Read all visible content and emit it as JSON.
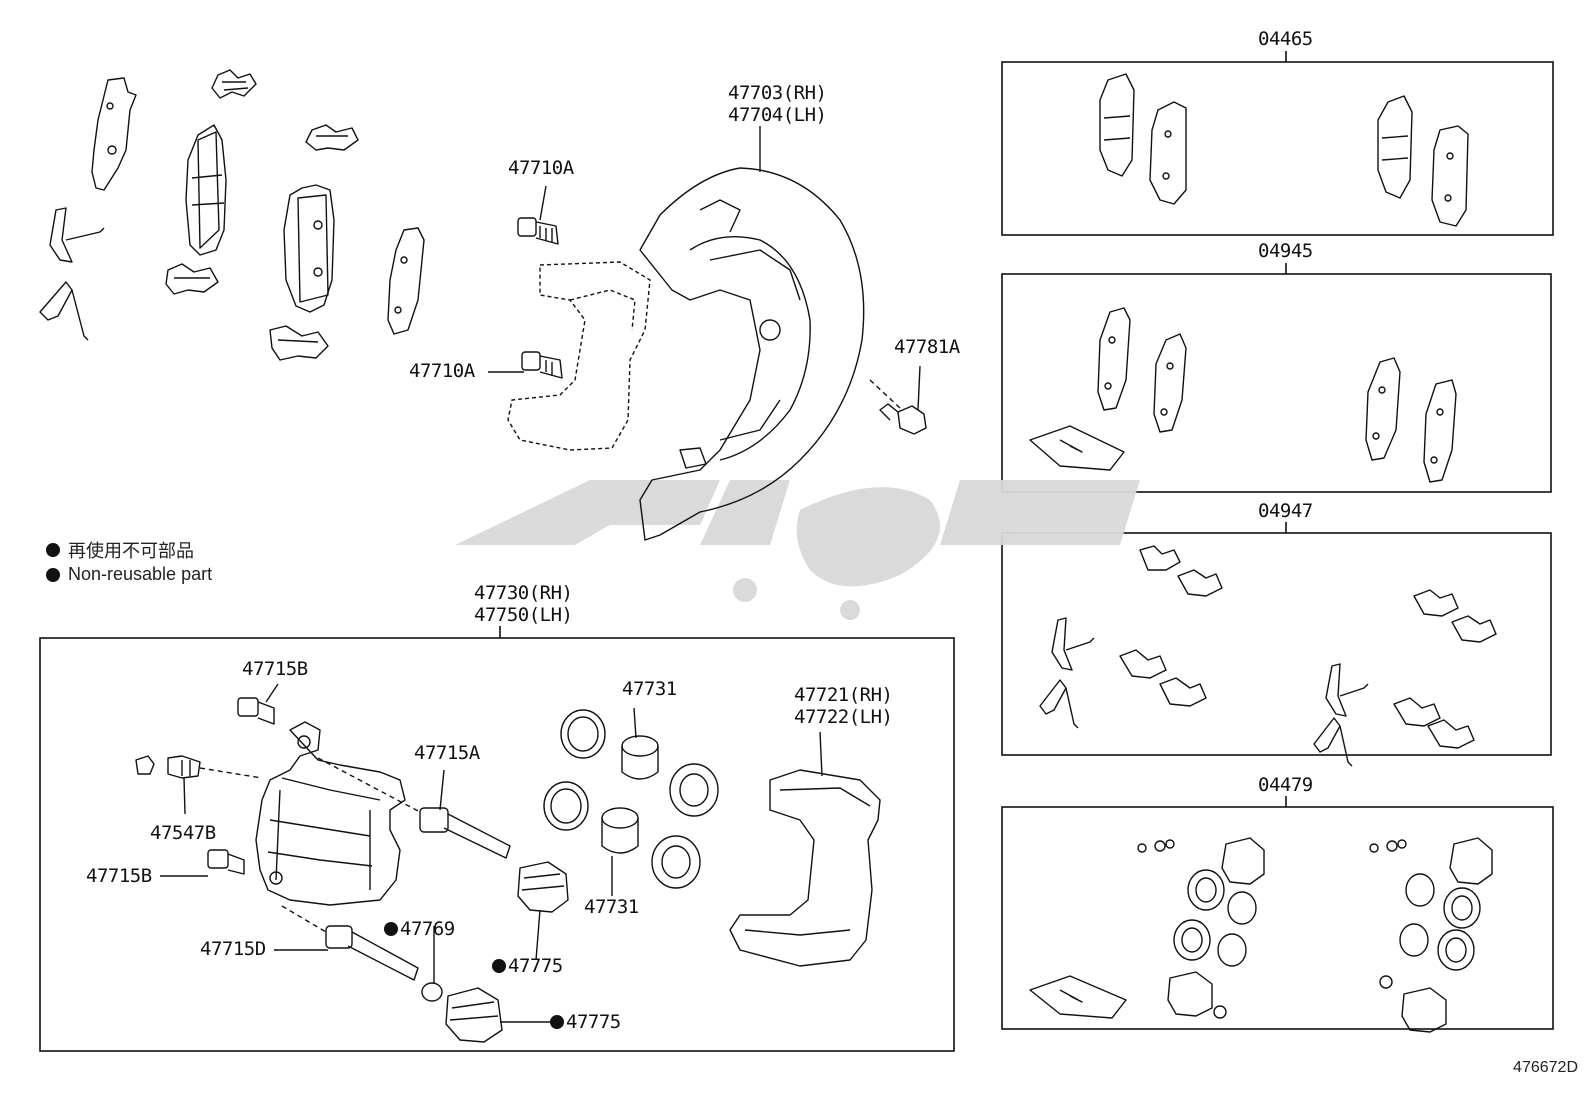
{
  "labels": {
    "l_47703": "47703(RH)",
    "l_47704": "47704(LH)",
    "l_47710a_top": "47710A",
    "l_47710a_mid": "47710A",
    "l_47781a": "47781A",
    "l_47730": "47730(RH)",
    "l_47750": "47750(LH)",
    "l_47715b_top": "47715B",
    "l_47715a": "47715A",
    "l_47731_top": "47731",
    "l_47731_bot": "47731",
    "l_47721": "47721(RH)",
    "l_47722": "47722(LH)",
    "l_47547b": "47547B",
    "l_47715b_low": "47715B",
    "l_47769": "47769",
    "l_47775_a": "47775",
    "l_47775_b": "47775",
    "l_47715d": "47715D",
    "k_04465": "04465",
    "k_04945": "04945",
    "k_04947": "04947",
    "k_04479": "04479"
  },
  "legend": {
    "jp": "再使用不可部品",
    "en": "Non-reusable part"
  },
  "diagram_ref": "476672D",
  "colors": {
    "line": "#111111",
    "watermark": "#d8d8d8"
  }
}
